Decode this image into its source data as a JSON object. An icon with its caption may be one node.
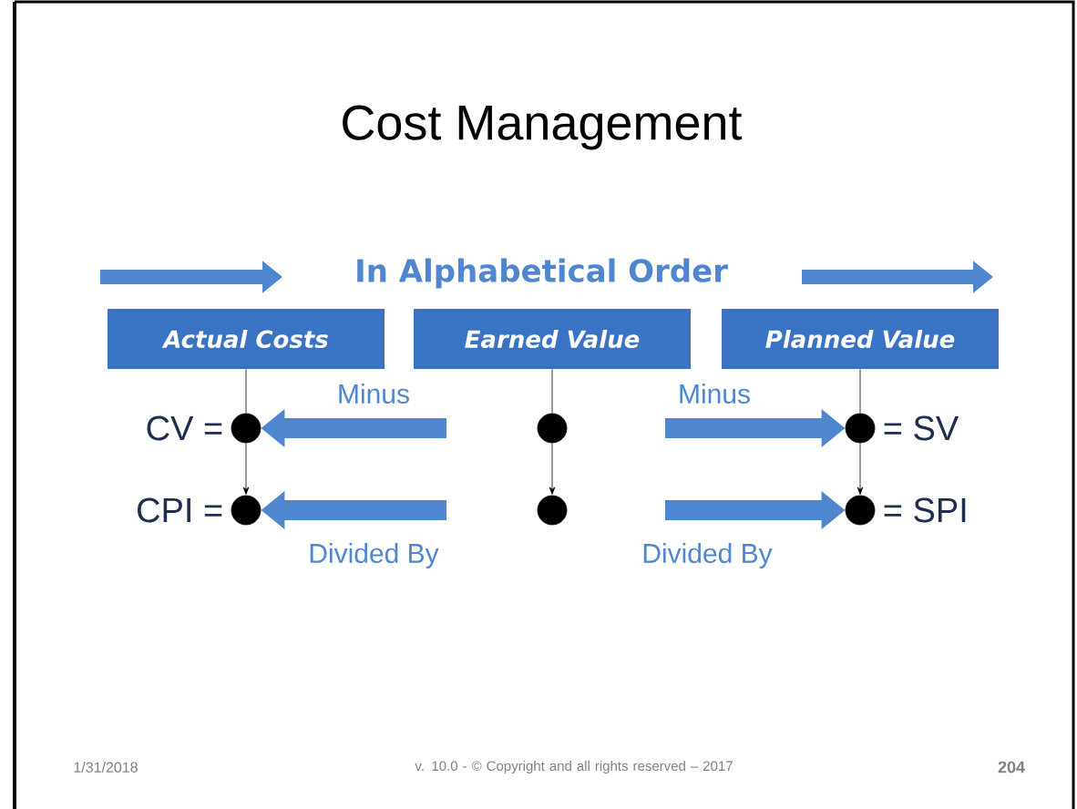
{
  "diagram": {
    "title": "Cost Management",
    "nodes": [
      {
        "text": [
          "Actual Costs"
        ]
      },
      {
        "text": [
          "Earned Value"
        ]
      },
      {
        "text": [
          "Planned Value"
        ]
      },
      {
        "text": [],
        "shape": "circle",
        "beside": [
          "CV ="
        ]
      },
      {
        "text": [],
        "shape": "circle"
      },
      {
        "text": [],
        "shape": "circle",
        "beside": [
          "= SV"
        ]
      },
      {
        "text": [],
        "shape": "circle",
        "beside": [
          "CPI ="
        ]
      },
      {
        "text": [],
        "shape": "circle"
      },
      {
        "text": [],
        "shape": "circle",
        "beside": [
          "= SPI"
        ]
      }
    ],
    "edges": [
      {
        "from": 0,
        "to": 3,
        "arrow": "none"
      },
      {
        "from": 3,
        "to": 6,
        "arrow": "to"
      },
      {
        "from": 1,
        "to": 4,
        "arrow": "none"
      },
      {
        "from": 4,
        "to": 7,
        "arrow": "to"
      },
      {
        "from": 2,
        "to": 5,
        "arrow": "none"
      },
      {
        "from": 5,
        "to": 8,
        "arrow": "to"
      },
      {
        "from": null,
        "to": 3,
        "arrow": "to",
        "label": "Minus",
        "style": "thick",
        "color": "#4f86d0"
      },
      {
        "from": null,
        "to": 5,
        "arrow": "to",
        "label": "Minus",
        "style": "thick",
        "color": "#4f86d0"
      },
      {
        "from": null,
        "to": 6,
        "arrow": "to",
        "label": "Divided By",
        "style": "thick",
        "color": "#4f86d0"
      },
      {
        "from": null,
        "to": 8,
        "arrow": "to",
        "label": "Divided By",
        "style": "thick",
        "color": "#4f86d0"
      }
    ],
    "labels": [
      "In Alphabetical Order",
      "1/31/2018",
      "v. 10.0 - © Copyright and all rights reserved – 2017",
      "204"
    ]
  }
}
